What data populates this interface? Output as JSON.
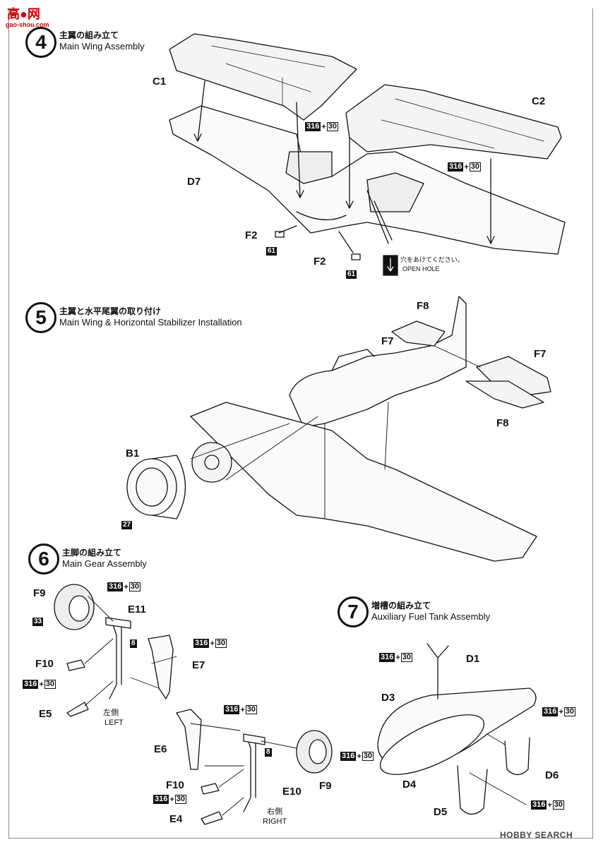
{
  "watermark": {
    "text": "高●网",
    "url": "gao-shou.com"
  },
  "footer_logo": "HOBBY SEARCH",
  "steps": [
    {
      "number": "4",
      "title_ja": "主翼の組み立て",
      "title_en": "Main Wing Assembly"
    },
    {
      "number": "5",
      "title_ja": "主翼と水平尾翼の取り付け",
      "title_en": "Main Wing & Horizontal Stabilizer Installation"
    },
    {
      "number": "6",
      "title_ja": "主脚の組み立て",
      "title_en": "Main Gear Assembly"
    },
    {
      "number": "7",
      "title_ja": "増槽の組み立て",
      "title_en": "Auxiliary Fuel Tank Assembly"
    }
  ],
  "step4": {
    "parts": {
      "c1": "C1",
      "c2": "C2",
      "d7": "D7",
      "f2a": "F2",
      "f2b": "F2"
    },
    "tags": {
      "t61a": "61",
      "t61b": "61"
    },
    "paint_a": {
      "main": "316",
      "plus": "+",
      "alt": "30"
    },
    "paint_b": {
      "main": "316",
      "plus": "+",
      "alt": "30"
    },
    "open_hole_ja": "穴をあけてください。",
    "open_hole_en": "OPEN HOLE"
  },
  "step5": {
    "parts": {
      "f8a": "F8",
      "f7a": "F7",
      "f7b": "F7",
      "f8b": "F8",
      "b1": "B1"
    },
    "tags": {
      "t27": "27"
    }
  },
  "step6": {
    "parts": {
      "f9a": "F9",
      "e11": "E11",
      "f10a": "F10",
      "e5": "E5",
      "e7": "E7",
      "e6": "E6",
      "f10b": "F10",
      "e10": "E10",
      "f9b": "F9",
      "e4": "E4"
    },
    "tags": {
      "t33": "33",
      "t8a": "8",
      "t8b": "8"
    },
    "paint_a": {
      "main": "316",
      "plus": "+",
      "alt": "30"
    },
    "paint_b": {
      "main": "316",
      "plus": "+",
      "alt": "30"
    },
    "paint_c": {
      "main": "316",
      "plus": "+",
      "alt": "30"
    },
    "paint_d": {
      "main": "316",
      "plus": "+",
      "alt": "30"
    },
    "paint_e": {
      "main": "316",
      "plus": "+",
      "alt": "30"
    },
    "paint_f": {
      "main": "316",
      "plus": "+",
      "alt": "30"
    },
    "left_ja": "左側",
    "left_en": "LEFT",
    "right_ja": "右側",
    "right_en": "RIGHT"
  },
  "step7": {
    "parts": {
      "d1": "D1",
      "d3": "D3",
      "d4": "D4",
      "d5": "D5",
      "d6": "D6"
    },
    "paint_a": {
      "main": "316",
      "plus": "+",
      "alt": "30"
    },
    "paint_b": {
      "main": "316",
      "plus": "+",
      "alt": "30"
    },
    "paint_c": {
      "main": "316",
      "plus": "+",
      "alt": "30"
    }
  }
}
